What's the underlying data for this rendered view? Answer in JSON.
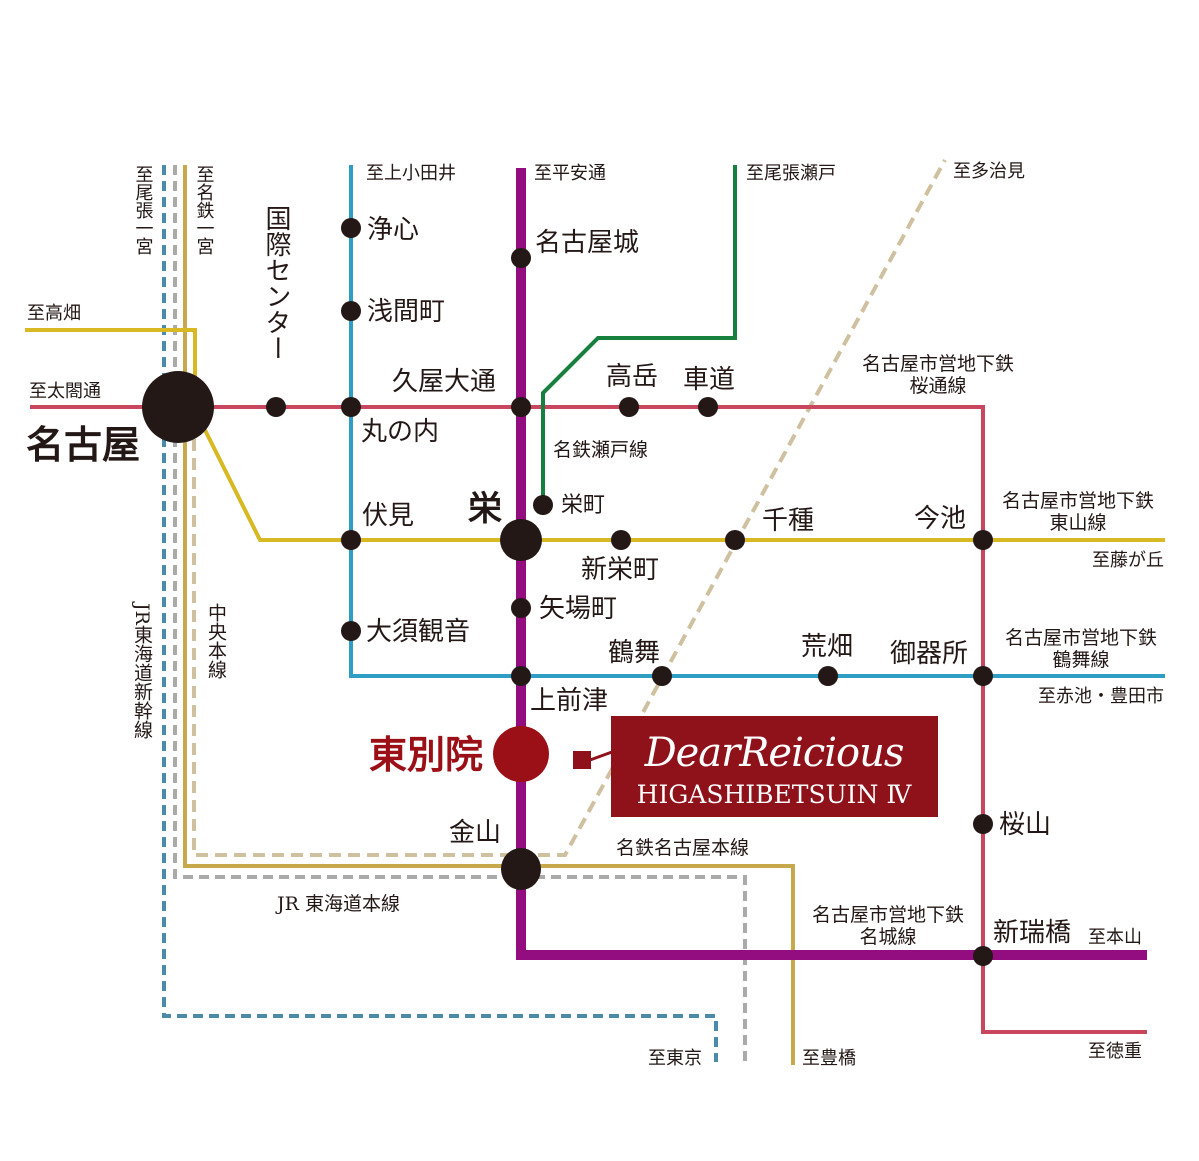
{
  "colors": {
    "sakuradori": "#c8475f",
    "higashiyama": "#d8b923",
    "tsurumai": "#2f9ec4",
    "meijo": "#930c80",
    "meitetsu_seto": "#17803e",
    "meitetsu_main": "#c7a94c",
    "chuo": "#cfc09f",
    "jr_tokaido": "#aaaaaa",
    "shinkansen": "#4b8aa9",
    "station": "#231815",
    "brand": "#8f1119"
  },
  "stations": {
    "nagoya": "名古屋",
    "kokusai_center": "国際センター",
    "joshin": "浄心",
    "sengencho": "浅間町",
    "marunouchi": "丸の内",
    "hisaya_odori": "久屋大通",
    "nagoyajo": "名古屋城",
    "takaoka": "高岳",
    "kurumamichi": "車道",
    "sakae": "栄",
    "sakaemachi": "栄町",
    "fushimi": "伏見",
    "shinsakaemachi": "新栄町",
    "chikusa": "千種",
    "imaike": "今池",
    "yabacho": "矢場町",
    "osu_kannon": "大須観音",
    "tsurumai": "鶴舞",
    "arahata": "荒畑",
    "gokiso": "御器所",
    "kamimaezu": "上前津",
    "higashibetsuin": "東別院",
    "kanayama": "金山",
    "sakurayama": "桜山",
    "aratamabashi": "新瑞橋"
  },
  "directions": {
    "owari_ichinomiya": "至尾張一宮",
    "meitetsu_ichinomiya": "至名鉄一宮",
    "kamiotai": "至上小田井",
    "heiandori": "至平安通",
    "owari_seto": "至尾張瀬戸",
    "tajimi": "至多治見",
    "takabata": "至高畑",
    "taikodori": "至太閤通",
    "fujigaoka": "至藤が丘",
    "akaike_toyotashi": "至赤池・豊田市",
    "motoyama": "至本山",
    "tokushige": "至徳重",
    "tokyo": "至東京",
    "toyohashi": "至豊橋"
  },
  "lines": {
    "subway_prefix": "名古屋市営地下鉄",
    "sakuradori": "桜通線",
    "higashiyama": "東山線",
    "tsurumai": "鶴舞線",
    "meijo": "名城線",
    "meitetsu_seto": "名鉄瀬戸線",
    "meitetsu_main": "名鉄名古屋本線",
    "jr_tokaido": "JR 東海道本線",
    "chuo": "中央本線",
    "shinkansen": "JR東海道新幹線"
  },
  "property": {
    "brand": "DearReicious",
    "name": "HIGASHIBETSUIN Ⅳ"
  }
}
